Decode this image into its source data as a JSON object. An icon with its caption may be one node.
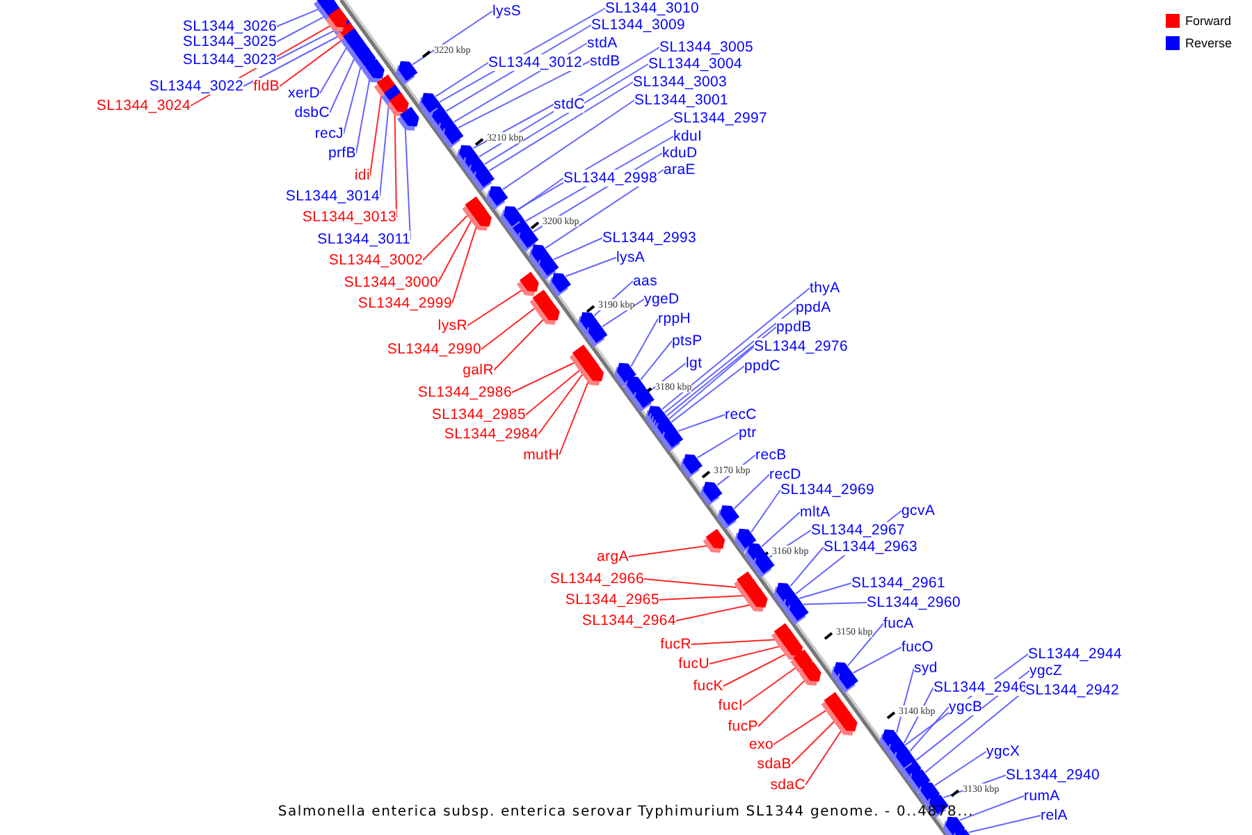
{
  "diagram": {
    "caption": "Salmonella enterica subsp. enterica serovar Typhimurium SL1344 genome. - 0..4878...",
    "nodes": [
      {
        "text": [
          "SL1344_3026"
        ]
      },
      {
        "text": [
          "SL1344_3025"
        ]
      },
      {
        "text": [
          "SL1344_3023"
        ]
      },
      {
        "text": [
          "SL1344_3022"
        ]
      },
      {
        "text": [
          "fldB"
        ]
      },
      {
        "text": [
          "SL1344_3024"
        ]
      },
      {
        "text": [
          "xerD"
        ]
      },
      {
        "text": [
          "dsbC"
        ]
      },
      {
        "text": [
          "recJ"
        ]
      },
      {
        "text": [
          "prfB"
        ]
      },
      {
        "text": [
          "idi"
        ]
      },
      {
        "text": [
          "SL1344_3014"
        ]
      },
      {
        "text": [
          "SL1344_3013"
        ]
      },
      {
        "text": [
          "SL1344_3011"
        ]
      },
      {
        "text": [
          "SL1344_3002"
        ]
      },
      {
        "text": [
          "SL1344_3000"
        ]
      },
      {
        "text": [
          "SL1344_2999"
        ]
      },
      {
        "text": [
          "lysR"
        ]
      },
      {
        "text": [
          "SL1344_2990"
        ]
      },
      {
        "text": [
          "galR"
        ]
      },
      {
        "text": [
          "SL1344_2986"
        ]
      },
      {
        "text": [
          "SL1344_2985"
        ]
      },
      {
        "text": [
          "SL1344_2984"
        ]
      },
      {
        "text": [
          "mutH"
        ]
      },
      {
        "text": [
          "argA"
        ]
      },
      {
        "text": [
          "SL1344_2966"
        ]
      },
      {
        "text": [
          "SL1344_2965"
        ]
      },
      {
        "text": [
          "SL1344_2964"
        ]
      },
      {
        "text": [
          "fucR"
        ]
      },
      {
        "text": [
          "fucU"
        ]
      },
      {
        "text": [
          "fucK"
        ]
      },
      {
        "text": [
          "fucI"
        ]
      },
      {
        "text": [
          "fucP"
        ]
      },
      {
        "text": [
          "exo"
        ]
      },
      {
        "text": [
          "sdaB"
        ]
      },
      {
        "text": [
          "sdaC"
        ]
      },
      {
        "text": [
          "lysS"
        ]
      },
      {
        "text": [
          "SL1344_3010"
        ]
      },
      {
        "text": [
          "SL1344_3009"
        ]
      },
      {
        "text": [
          "stdA"
        ]
      },
      {
        "text": [
          "SL1344_3012"
        ]
      },
      {
        "text": [
          "stdB"
        ]
      },
      {
        "text": [
          "stdC"
        ]
      },
      {
        "text": [
          "SL1344_3005"
        ]
      },
      {
        "text": [
          "SL1344_3004"
        ]
      },
      {
        "text": [
          "SL1344_3003"
        ]
      },
      {
        "text": [
          "SL1344_3001"
        ]
      },
      {
        "text": [
          "SL1344_2997"
        ]
      },
      {
        "text": [
          "kduI"
        ]
      },
      {
        "text": [
          "kduD"
        ]
      },
      {
        "text": [
          "SL1344_2998"
        ]
      },
      {
        "text": [
          "araE"
        ]
      },
      {
        "text": [
          "SL1344_2993"
        ]
      },
      {
        "text": [
          "lysA"
        ]
      },
      {
        "text": [
          "aas"
        ]
      },
      {
        "text": [
          "ygeD"
        ]
      },
      {
        "text": [
          "thyA"
        ]
      },
      {
        "text": [
          "ppdA"
        ]
      },
      {
        "text": [
          "rppH"
        ]
      },
      {
        "text": [
          "ppdB"
        ]
      },
      {
        "text": [
          "ptsP"
        ]
      },
      {
        "text": [
          "SL1344_2976"
        ]
      },
      {
        "text": [
          "lgt"
        ]
      },
      {
        "text": [
          "ppdC"
        ]
      },
      {
        "text": [
          "recC"
        ]
      },
      {
        "text": [
          "ptr"
        ]
      },
      {
        "text": [
          "recB"
        ]
      },
      {
        "text": [
          "recD"
        ]
      },
      {
        "text": [
          "SL1344_2969"
        ]
      },
      {
        "text": [
          "mltA"
        ]
      },
      {
        "text": [
          "gcvA"
        ]
      },
      {
        "text": [
          "SL1344_2967"
        ]
      },
      {
        "text": [
          "SL1344_2963"
        ]
      },
      {
        "text": [
          "SL1344_2961"
        ]
      },
      {
        "text": [
          "SL1344_2960"
        ]
      },
      {
        "text": [
          "fucA"
        ]
      },
      {
        "text": [
          "fucO"
        ]
      },
      {
        "text": [
          "syd"
        ]
      },
      {
        "text": [
          "SL1344_2944"
        ]
      },
      {
        "text": [
          "ygcZ"
        ]
      },
      {
        "text": [
          "SL1344_2946"
        ]
      },
      {
        "text": [
          "SL1344_2942"
        ]
      },
      {
        "text": [
          "ygcB"
        ]
      },
      {
        "text": [
          "ygcX"
        ]
      },
      {
        "text": [
          "SL1344_2940"
        ]
      },
      {
        "text": [
          "rumA"
        ]
      },
      {
        "text": [
          "relA"
        ]
      },
      {
        "text": [],
        "shape": "arrow"
      },
      {
        "text": [],
        "shape": "arrow"
      },
      {
        "text": [],
        "shape": "arrow"
      },
      {
        "text": [],
        "shape": "arrow"
      },
      {
        "text": [],
        "shape": "arrow"
      },
      {
        "text": [],
        "shape": "arrow"
      },
      {
        "text": [],
        "shape": "arrow"
      },
      {
        "text": [],
        "shape": "arrow"
      },
      {
        "text": [],
        "shape": "arrow"
      },
      {
        "text": [],
        "shape": "arrow"
      },
      {
        "text": [],
        "shape": "arrow"
      },
      {
        "text": [],
        "shape": "arrow"
      },
      {
        "text": [],
        "shape": "arrow"
      },
      {
        "text": [],
        "shape": "arrow"
      },
      {
        "text": [],
        "shape": "arrow"
      },
      {
        "text": [],
        "shape": "arrow"
      },
      {
        "text": [],
        "shape": "arrow"
      },
      {
        "text": [],
        "shape": "arrow"
      },
      {
        "text": [],
        "shape": "arrow"
      },
      {
        "text": [],
        "shape": "arrow"
      },
      {
        "text": [],
        "shape": "arrow"
      },
      {
        "text": [],
        "shape": "arrow"
      },
      {
        "text": [],
        "shape": "arrow"
      },
      {
        "text": [],
        "shape": "arrow"
      },
      {
        "text": [],
        "shape": "arrow"
      },
      {
        "text": [],
        "shape": "arrow"
      },
      {
        "text": [],
        "shape": "arrow"
      },
      {
        "text": [],
        "shape": "arrow"
      },
      {
        "text": [],
        "shape": "arrow"
      },
      {
        "text": [],
        "shape": "arrow"
      },
      {
        "text": [],
        "shape": "arrow"
      },
      {
        "text": [],
        "shape": "arrow"
      },
      {
        "text": [],
        "shape": "arrow"
      },
      {
        "text": [],
        "shape": "arrow"
      },
      {
        "text": [],
        "shape": "arrow"
      },
      {
        "text": [],
        "shape": "arrow"
      },
      {
        "text": [],
        "shape": "arrow"
      },
      {
        "text": [],
        "shape": "arrow"
      },
      {
        "text": [],
        "shape": "arrow"
      },
      {
        "text": [],
        "shape": "arrow"
      },
      {
        "text": [],
        "shape": "arrow"
      },
      {
        "text": [],
        "shape": "arrow"
      },
      {
        "text": [],
        "shape": "arrow"
      },
      {
        "text": [],
        "shape": "arrow"
      },
      {
        "text": [],
        "shape": "arrow"
      },
      {
        "text": [],
        "shape": "arrow"
      },
      {
        "text": [],
        "shape": "arrow"
      },
      {
        "text": [],
        "shape": "arrow"
      },
      {
        "text": [],
        "shape": "arrow"
      },
      {
        "text": [],
        "shape": "arrow"
      },
      {
        "text": [],
        "shape": "arrow"
      },
      {
        "text": [],
        "shape": "arrow"
      },
      {
        "text": [],
        "shape": "arrow"
      },
      {
        "text": [],
        "shape": "arrow"
      },
      {
        "text": [],
        "shape": "arrow"
      },
      {
        "text": [],
        "shape": "arrow"
      },
      {
        "text": [],
        "shape": "arrow"
      },
      {
        "text": [],
        "shape": "arrow"
      },
      {
        "text": [],
        "shape": "arrow"
      },
      {
        "text": [],
        "shape": "arrow"
      },
      {
        "text": [],
        "shape": "arrow"
      },
      {
        "text": [],
        "shape": "arrow"
      },
      {
        "text": [],
        "shape": "arrow"
      },
      {
        "text": [],
        "shape": "arrow"
      },
      {
        "text": [],
        "shape": "arrow"
      },
      {
        "text": [],
        "shape": "arrow"
      },
      {
        "text": [],
        "shape": "arrow"
      },
      {
        "text": [],
        "shape": "arrow"
      },
      {
        "text": [],
        "shape": "arrow"
      },
      {
        "text": [],
        "shape": "arrow"
      },
      {
        "text": [],
        "shape": "arrow"
      },
      {
        "text": [],
        "shape": "arrow"
      },
      {
        "text": [],
        "shape": "arrow"
      },
      {
        "text": [],
        "shape": "arrow"
      },
      {
        "text": [],
        "shape": "arrow"
      },
      {
        "text": [],
        "shape": "arrow"
      },
      {
        "text": [],
        "shape": "arrow"
      },
      {
        "text": [],
        "shape": "arrow"
      },
      {
        "text": [],
        "shape": "arrow"
      },
      {
        "text": [],
        "shape": "arrow"
      },
      {
        "text": [],
        "shape": "arrow"
      },
      {
        "text": [],
        "shape": "arrow"
      },
      {
        "text": [],
        "shape": "arrow"
      },
      {
        "text": [],
        "shape": "arrow"
      },
      {
        "text": [],
        "shape": "arrow"
      },
      {
        "text": [],
        "shape": "arrow"
      },
      {
        "text": [],
        "shape": "arrow"
      }
    ],
    "edges": [
      {
        "from": 0,
        "to": 87,
        "arrow": "none"
      },
      {
        "from": 1,
        "to": 88,
        "arrow": "none"
      },
      {
        "from": 2,
        "to": 89,
        "arrow": "none"
      },
      {
        "from": 3,
        "to": 90,
        "arrow": "none"
      },
      {
        "from": 4,
        "to": 91,
        "arrow": "none",
        "color": "#ff0000"
      },
      {
        "from": 5,
        "to": 92,
        "arrow": "none",
        "color": "#ff0000"
      },
      {
        "from": 6,
        "to": 93,
        "arrow": "none"
      },
      {
        "from": 7,
        "to": 94,
        "arrow": "none"
      },
      {
        "from": 8,
        "to": 95,
        "arrow": "none"
      },
      {
        "from": 9,
        "to": 96,
        "arrow": "none"
      },
      {
        "from": 10,
        "to": 97,
        "arrow": "none",
        "color": "#ff0000"
      },
      {
        "from": 11,
        "to": 98,
        "arrow": "none"
      },
      {
        "from": 12,
        "to": 99,
        "arrow": "none",
        "color": "#ff0000"
      },
      {
        "from": 13,
        "to": 100,
        "arrow": "none"
      },
      {
        "from": 14,
        "to": 101,
        "arrow": "none",
        "color": "#ff0000"
      },
      {
        "from": 15,
        "to": 102,
        "arrow": "none",
        "color": "#ff0000"
      },
      {
        "from": 16,
        "to": 103,
        "arrow": "none",
        "color": "#ff0000"
      },
      {
        "from": 17,
        "to": 104,
        "arrow": "none",
        "color": "#ff0000"
      },
      {
        "from": 18,
        "to": 105,
        "arrow": "none",
        "color": "#ff0000"
      },
      {
        "from": 19,
        "to": 106,
        "arrow": "none",
        "color": "#ff0000"
      },
      {
        "from": 20,
        "to": 107,
        "arrow": "none",
        "color": "#ff0000"
      },
      {
        "from": 21,
        "to": 108,
        "arrow": "none",
        "color": "#ff0000"
      },
      {
        "from": 22,
        "to": 109,
        "arrow": "none",
        "color": "#ff0000"
      },
      {
        "from": 23,
        "to": 110,
        "arrow": "none",
        "color": "#ff0000"
      },
      {
        "from": 24,
        "to": 111,
        "arrow": "none",
        "color": "#ff0000"
      },
      {
        "from": 25,
        "to": 112,
        "arrow": "none",
        "color": "#ff0000"
      },
      {
        "from": 26,
        "to": 113,
        "arrow": "none",
        "color": "#ff0000"
      },
      {
        "from": 27,
        "to": 114,
        "arrow": "none",
        "color": "#ff0000"
      },
      {
        "from": 28,
        "to": 115,
        "arrow": "none",
        "color": "#ff0000"
      },
      {
        "from": 29,
        "to": 116,
        "arrow": "none",
        "color": "#ff0000"
      },
      {
        "from": 30,
        "to": 117,
        "arrow": "none",
        "color": "#ff0000"
      },
      {
        "from": 31,
        "to": 118,
        "arrow": "none",
        "color": "#ff0000"
      },
      {
        "from": 32,
        "to": 119,
        "arrow": "none",
        "color": "#ff0000"
      },
      {
        "from": 33,
        "to": 120,
        "arrow": "none",
        "color": "#ff0000"
      },
      {
        "from": 34,
        "to": 121,
        "arrow": "none",
        "color": "#ff0000"
      },
      {
        "from": 35,
        "to": 122,
        "arrow": "none",
        "color": "#ff0000"
      },
      {
        "from": 36,
        "to": 123,
        "arrow": "none"
      },
      {
        "from": 37,
        "to": 124,
        "arrow": "none"
      },
      {
        "from": 38,
        "to": 125,
        "arrow": "none"
      },
      {
        "from": 39,
        "to": 126,
        "arrow": "none"
      },
      {
        "from": 40,
        "to": 127,
        "arrow": "none"
      },
      {
        "from": 41,
        "to": 128,
        "arrow": "none"
      },
      {
        "from": 42,
        "to": 129,
        "arrow": "none"
      },
      {
        "from": 43,
        "to": 130,
        "arrow": "none"
      },
      {
        "from": 44,
        "to": 131,
        "arrow": "none"
      },
      {
        "from": 45,
        "to": 132,
        "arrow": "none"
      },
      {
        "from": 46,
        "to": 133,
        "arrow": "none"
      },
      {
        "from": 47,
        "to": 134,
        "arrow": "none"
      },
      {
        "from": 48,
        "to": 135,
        "arrow": "none"
      },
      {
        "from": 49,
        "to": 136,
        "arrow": "none"
      },
      {
        "from": 50,
        "to": 137,
        "arrow": "none"
      },
      {
        "from": 51,
        "to": 138,
        "arrow": "none"
      },
      {
        "from": 52,
        "to": 139,
        "arrow": "none"
      },
      {
        "from": 53,
        "to": 140,
        "arrow": "none"
      },
      {
        "from": 54,
        "to": 141,
        "arrow": "none"
      },
      {
        "from": 55,
        "to": 142,
        "arrow": "none"
      },
      {
        "from": 56,
        "to": 143,
        "arrow": "none"
      },
      {
        "from": 57,
        "to": 144,
        "arrow": "none"
      },
      {
        "from": 58,
        "to": 145,
        "arrow": "none"
      },
      {
        "from": 59,
        "to": 146,
        "arrow": "none"
      },
      {
        "from": 60,
        "to": 147,
        "arrow": "none"
      },
      {
        "from": 61,
        "to": 148,
        "arrow": "none"
      },
      {
        "from": 62,
        "to": 149,
        "arrow": "none"
      },
      {
        "from": 63,
        "to": 150,
        "arrow": "none"
      },
      {
        "from": 64,
        "to": 151,
        "arrow": "none"
      },
      {
        "from": 65,
        "to": 152,
        "arrow": "none"
      },
      {
        "from": 66,
        "to": 153,
        "arrow": "none"
      },
      {
        "from": 67,
        "to": 154,
        "arrow": "none"
      },
      {
        "from": 68,
        "to": 155,
        "arrow": "none"
      },
      {
        "from": 69,
        "to": 156,
        "arrow": "none"
      },
      {
        "from": 70,
        "to": 157,
        "arrow": "none"
      },
      {
        "from": 71,
        "to": 158,
        "arrow": "none"
      },
      {
        "from": 72,
        "to": 159,
        "arrow": "none"
      },
      {
        "from": 73,
        "to": 160,
        "arrow": "none"
      },
      {
        "from": 74,
        "to": 161,
        "arrow": "none"
      },
      {
        "from": 75,
        "to": 162,
        "arrow": "none"
      },
      {
        "from": 76,
        "to": 163,
        "arrow": "none"
      },
      {
        "from": 77,
        "to": 164,
        "arrow": "none"
      },
      {
        "from": 78,
        "to": 165,
        "arrow": "none"
      },
      {
        "from": 79,
        "to": 166,
        "arrow": "none"
      },
      {
        "from": 80,
        "to": 167,
        "arrow": "none"
      },
      {
        "from": 81,
        "to": 168,
        "arrow": "none"
      },
      {
        "from": 82,
        "to": 169,
        "arrow": "none"
      },
      {
        "from": 83,
        "to": 170,
        "arrow": "none"
      },
      {
        "from": 84,
        "to": 171,
        "arrow": "none"
      },
      {
        "from": 85,
        "to": 172,
        "arrow": "none"
      },
      {
        "from": 86,
        "to": 173,
        "arrow": "none"
      }
    ],
    "labels": [
      "3220 kbp",
      "3210 kbp",
      "3200 kbp",
      "3190 kbp",
      "3180 kbp",
      "3170 kbp",
      "3160 kbp",
      "3150 kbp",
      "3140 kbp",
      "3130 kbp"
    ],
    "legend": [
      {
        "text": "Forward",
        "color": "#ff0000"
      },
      {
        "text": "Reverse",
        "color": "#0000ff"
      }
    ]
  }
}
